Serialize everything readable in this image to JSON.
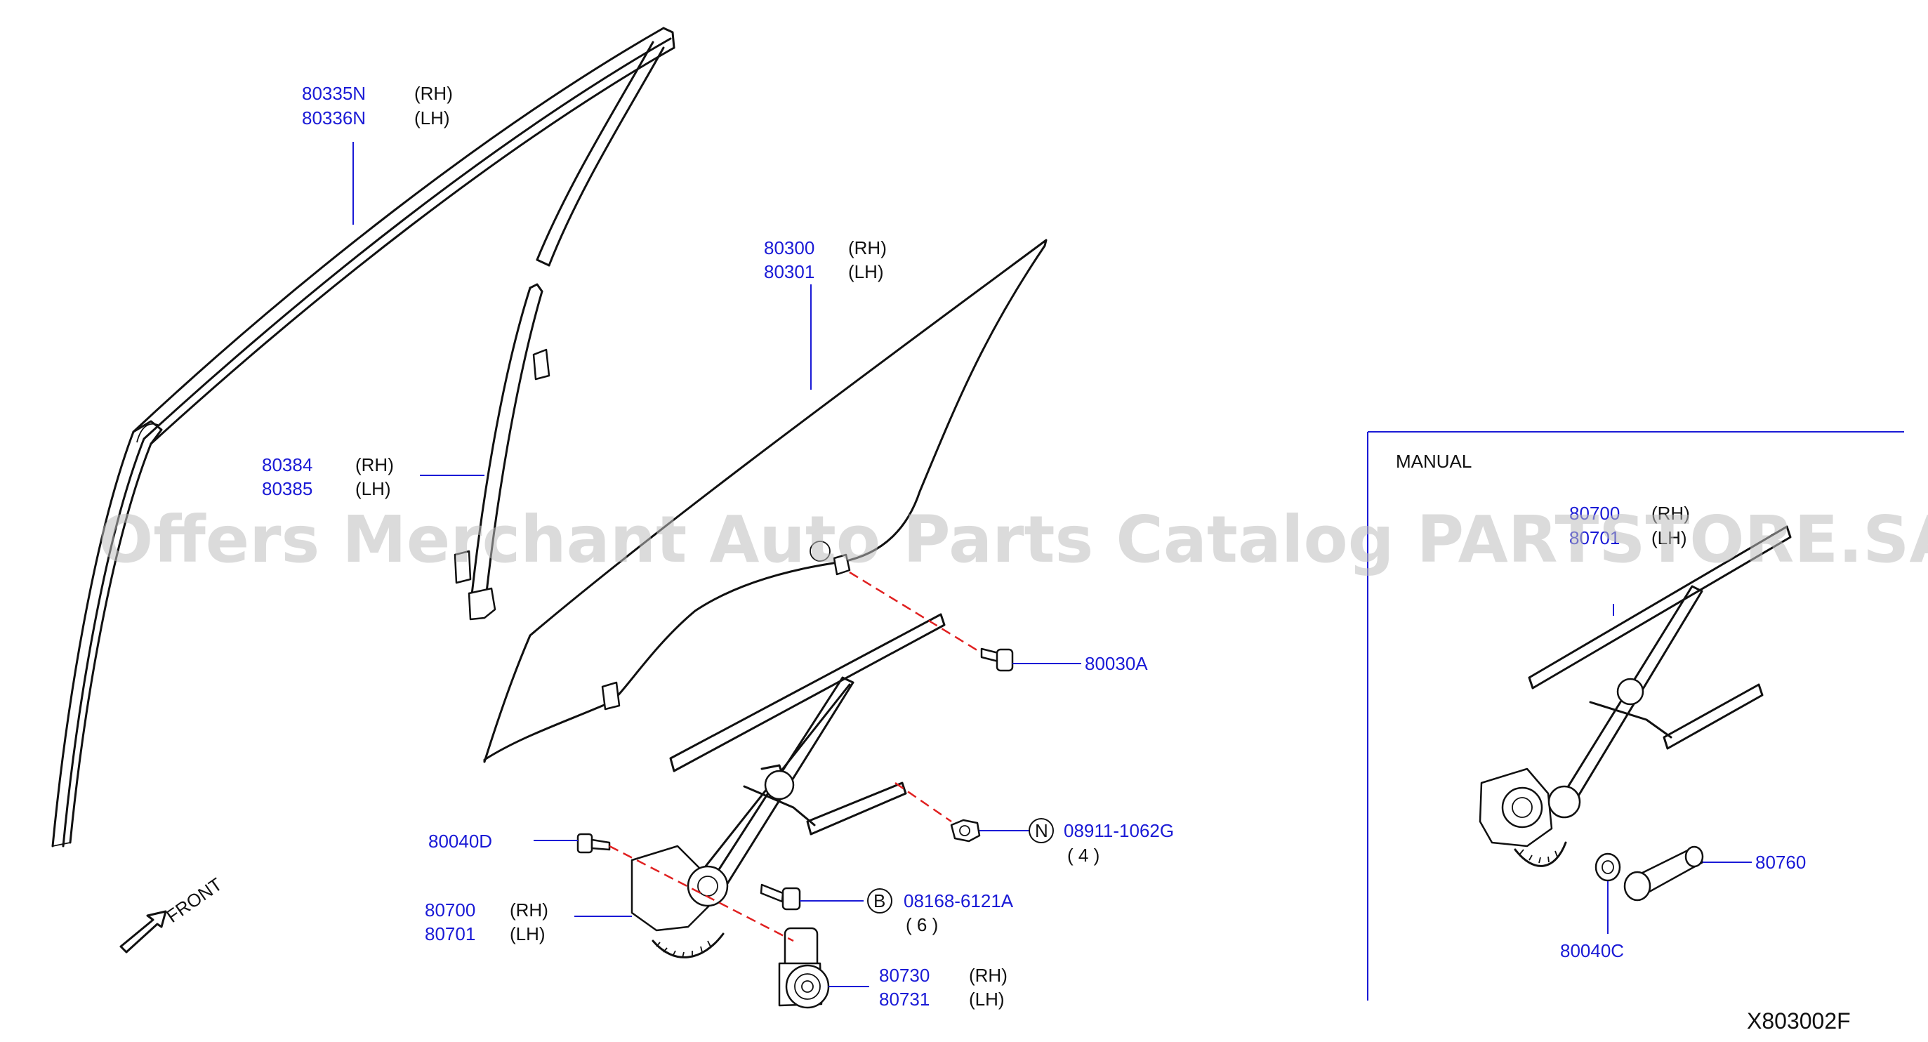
{
  "watermark": "Offers Merchant Auto Parts Catalog PARTSTORE.SA",
  "diagram_code": "X803002F",
  "front_label": "FRONT",
  "manual_label": "MANUAL",
  "callouts": {
    "molding_rh": {
      "part": "80335N",
      "side": "(RH)"
    },
    "molding_lh": {
      "part": "80336N",
      "side": "(LH)"
    },
    "glass_rh": {
      "part": "80300",
      "side": "(RH)"
    },
    "glass_lh": {
      "part": "80301",
      "side": "(LH)"
    },
    "sash_rh": {
      "part": "80384",
      "side": "(RH)"
    },
    "sash_lh": {
      "part": "80385",
      "side": "(LH)"
    },
    "bolt_30a": {
      "part": "80030A"
    },
    "nut": {
      "symbol": "N",
      "part": "08911-1062G",
      "qty": "( 4 )"
    },
    "bolt_40d": {
      "part": "80040D"
    },
    "regulator_rh": {
      "part": "80700",
      "side": "(RH)"
    },
    "regulator_lh": {
      "part": "80701",
      "side": "(LH)"
    },
    "bolt_b": {
      "symbol": "B",
      "part": "08168-6121A",
      "qty": "( 6 )"
    },
    "motor_rh": {
      "part": "80730",
      "side": "(RH)"
    },
    "motor_lh": {
      "part": "80731",
      "side": "(LH)"
    },
    "manual_reg_rh": {
      "part": "80700",
      "side": "(RH)"
    },
    "manual_reg_lh": {
      "part": "80701",
      "side": "(LH)"
    },
    "handle": {
      "part": "80760"
    },
    "washer": {
      "part": "80040C"
    }
  }
}
